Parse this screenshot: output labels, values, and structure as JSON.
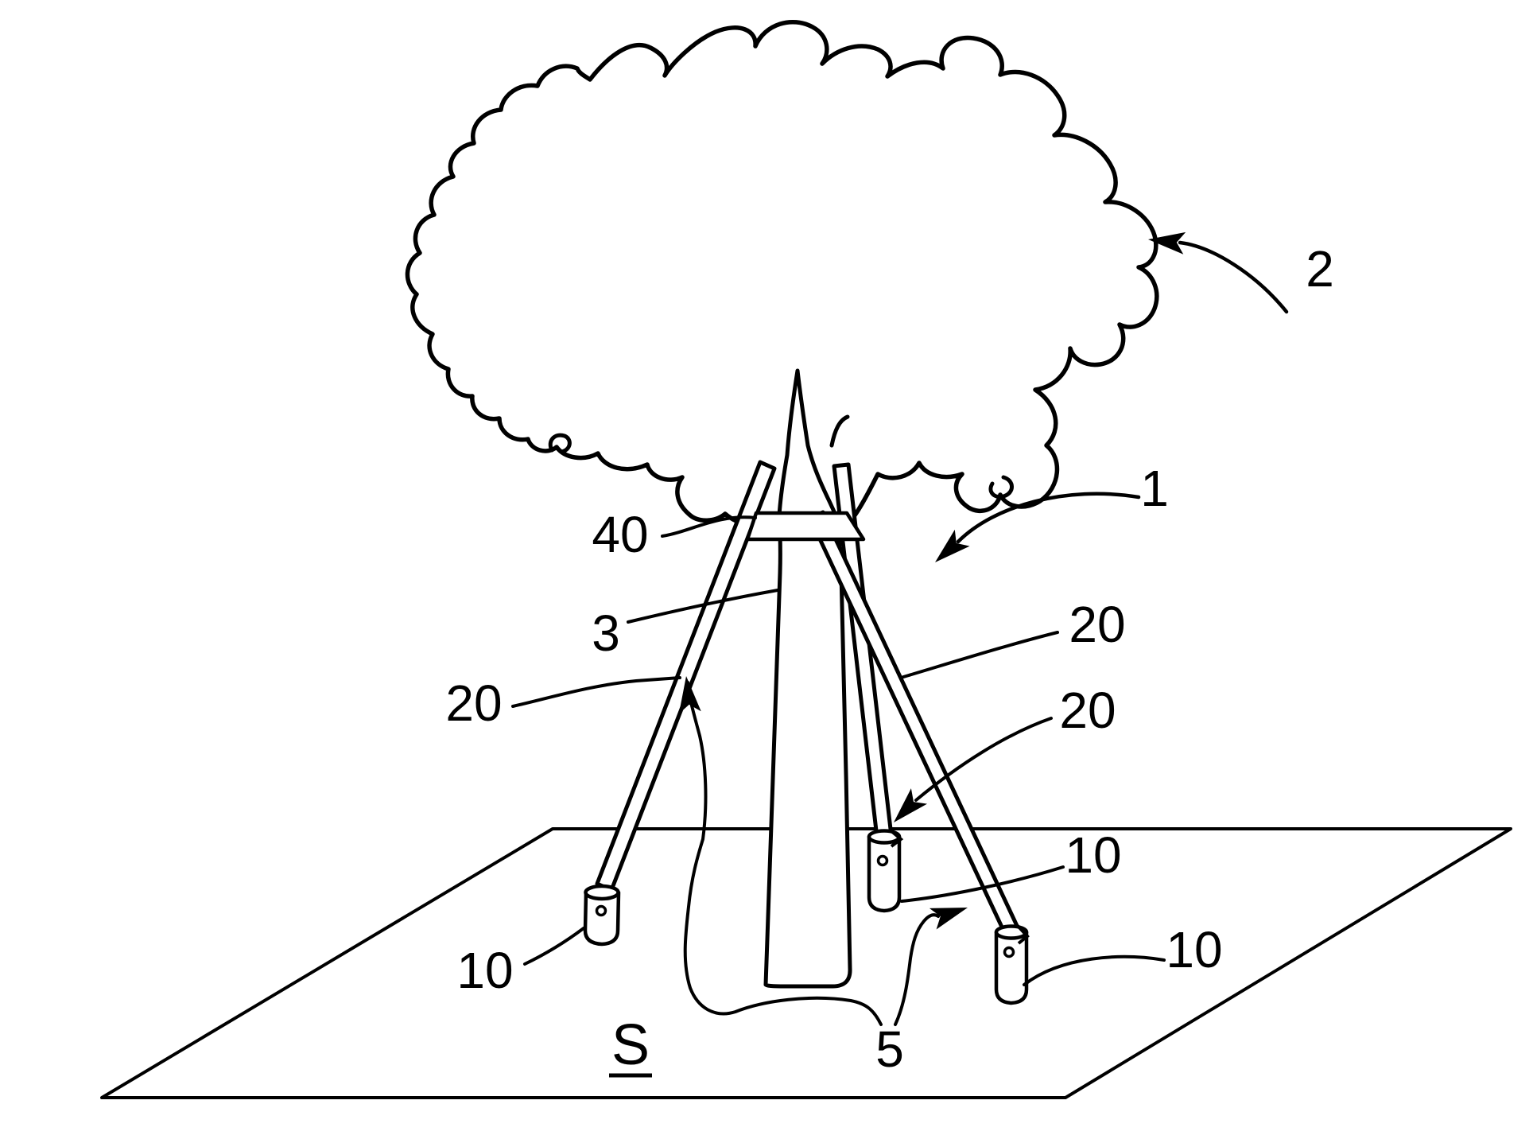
{
  "figure": {
    "background_color": "#ffffff",
    "line_color": "#000000",
    "reference_labels": {
      "system": "1",
      "canopy": "2",
      "trunk": "3",
      "root_zone": "5",
      "stake_left": "10",
      "stake_middle": "10",
      "stake_right": "10",
      "pole_left": "20",
      "pole_middle": "20",
      "pole_right": "20",
      "strap": "40",
      "ground_surface": "S"
    }
  }
}
